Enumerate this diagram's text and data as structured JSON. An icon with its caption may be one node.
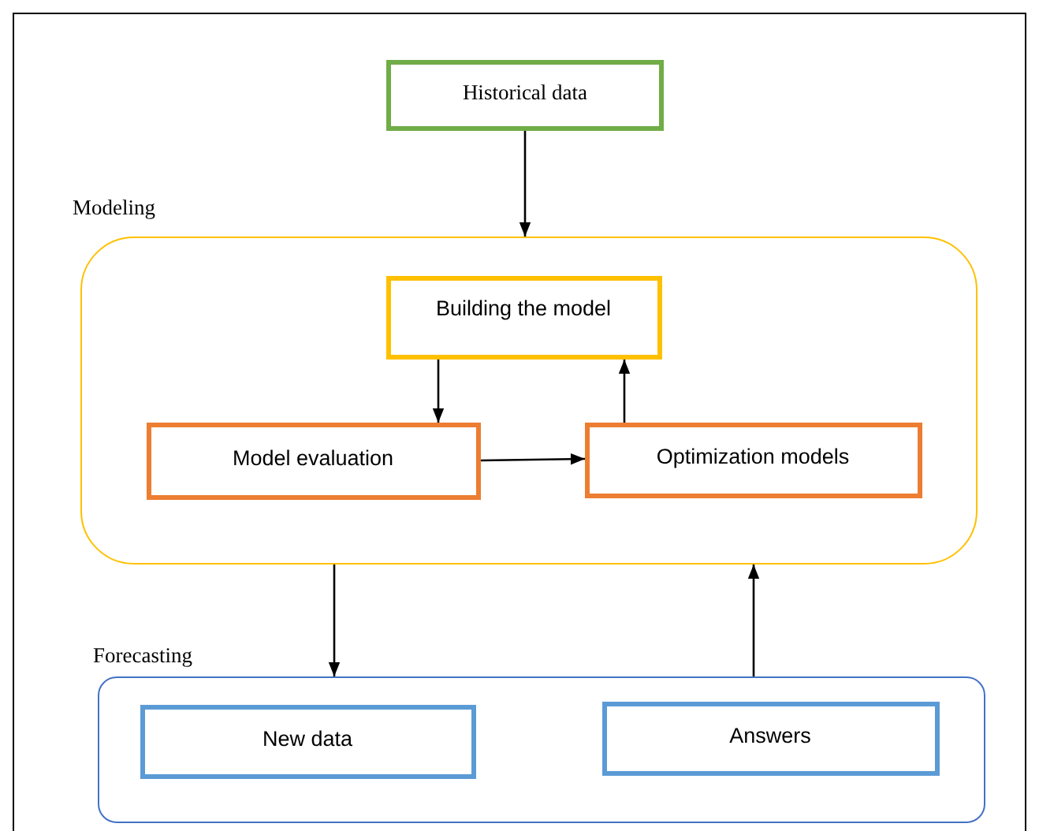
{
  "diagram": {
    "nodes": [
      {
        "text": [
          "Historical data"
        ]
      },
      {
        "text": [
          "Modeling"
        ]
      },
      {
        "text": [
          "Building the model"
        ],
        "in": 1
      },
      {
        "text": [
          "Model evaluation"
        ],
        "in": 1
      },
      {
        "text": [
          "Optimization models"
        ],
        "in": 1
      },
      {
        "text": [
          "Forecasting"
        ]
      },
      {
        "text": [
          "New data"
        ],
        "in": 5
      },
      {
        "text": [
          "Answers"
        ],
        "in": 5
      }
    ],
    "edges": [
      {
        "from": 0,
        "to": 1,
        "arrow": "to"
      },
      {
        "from": 2,
        "to": 3,
        "arrow": "to"
      },
      {
        "from": 3,
        "to": 4,
        "arrow": "to"
      },
      {
        "from": 4,
        "to": 2,
        "arrow": "to"
      },
      {
        "from": 1,
        "to": 5,
        "arrow": "to"
      },
      {
        "from": 5,
        "to": 1,
        "arrow": "to"
      }
    ]
  }
}
